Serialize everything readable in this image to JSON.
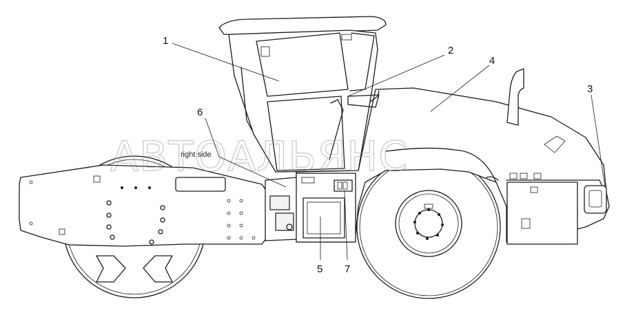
{
  "diagram": {
    "side_label": "right side",
    "watermark": "АВТОАЛЬЯНС",
    "callouts": [
      "1",
      "2",
      "3",
      "4",
      "5",
      "6",
      "7"
    ]
  }
}
